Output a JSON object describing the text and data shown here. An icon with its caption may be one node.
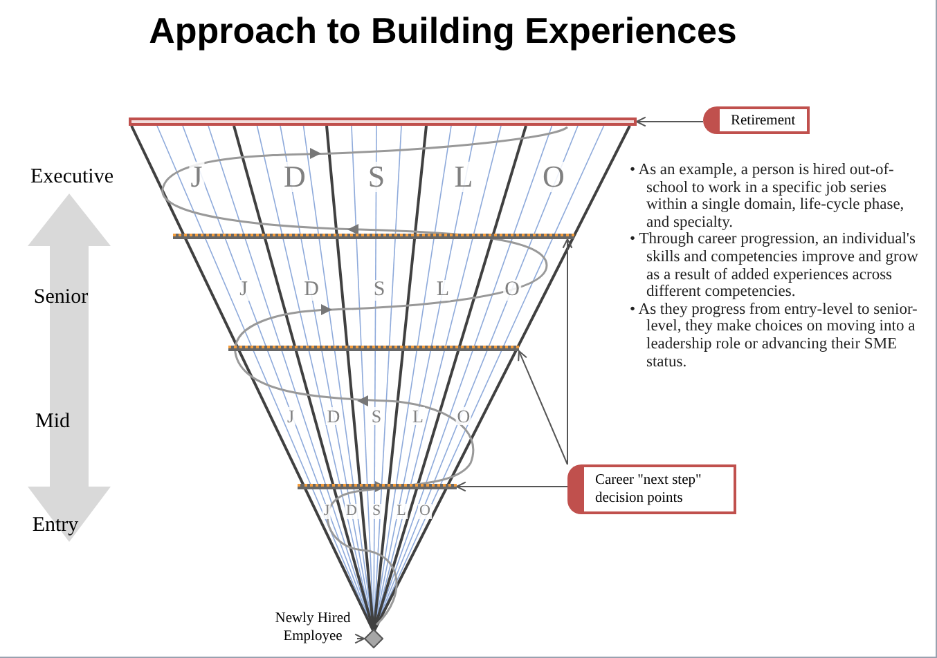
{
  "diagram": {
    "title": "Approach to Building Experiences",
    "nodes": [
      {
        "text": [],
        "shape": "bar"
      },
      {
        "text": [
          "Retirement"
        ]
      },
      {
        "text": [
          "Career \"next step\" decision points"
        ]
      },
      {
        "text": [],
        "shape": "bar"
      },
      {
        "text": [],
        "shape": "bar"
      },
      {
        "text": [],
        "shape": "bar"
      },
      {
        "text": [
          "Newly Hired Employee"
        ]
      },
      {
        "text": [],
        "shape": "diamond"
      }
    ],
    "edges": [
      {
        "from": 1,
        "to": 0,
        "arrow": "to"
      },
      {
        "from": 2,
        "to": 3,
        "arrow": "to"
      },
      {
        "from": 2,
        "to": 4,
        "arrow": "to"
      },
      {
        "from": 2,
        "to": 5,
        "arrow": "to"
      },
      {
        "from": 6,
        "to": 7,
        "arrow": "to"
      }
    ],
    "labels": [
      "Executive",
      "J",
      "D",
      "S",
      "L",
      "O",
      "Senior",
      "J",
      "D",
      "S",
      "L",
      "O",
      "Mid",
      "J",
      "D",
      "S",
      "L",
      "O",
      "Entry",
      "J",
      "D",
      "S",
      "L",
      "O",
      "• As an example, a person is hired out-of-school to work in a specific job series within a single domain, life-cycle phase, and  specialty.",
      "• Through career progression, an individual's skills and competencies improve and grow as a result of added experiences across different competencies.",
      "• As they progress from entry-level to senior-level, they make choices on moving into a leadership role or advancing their SME status."
    ]
  }
}
